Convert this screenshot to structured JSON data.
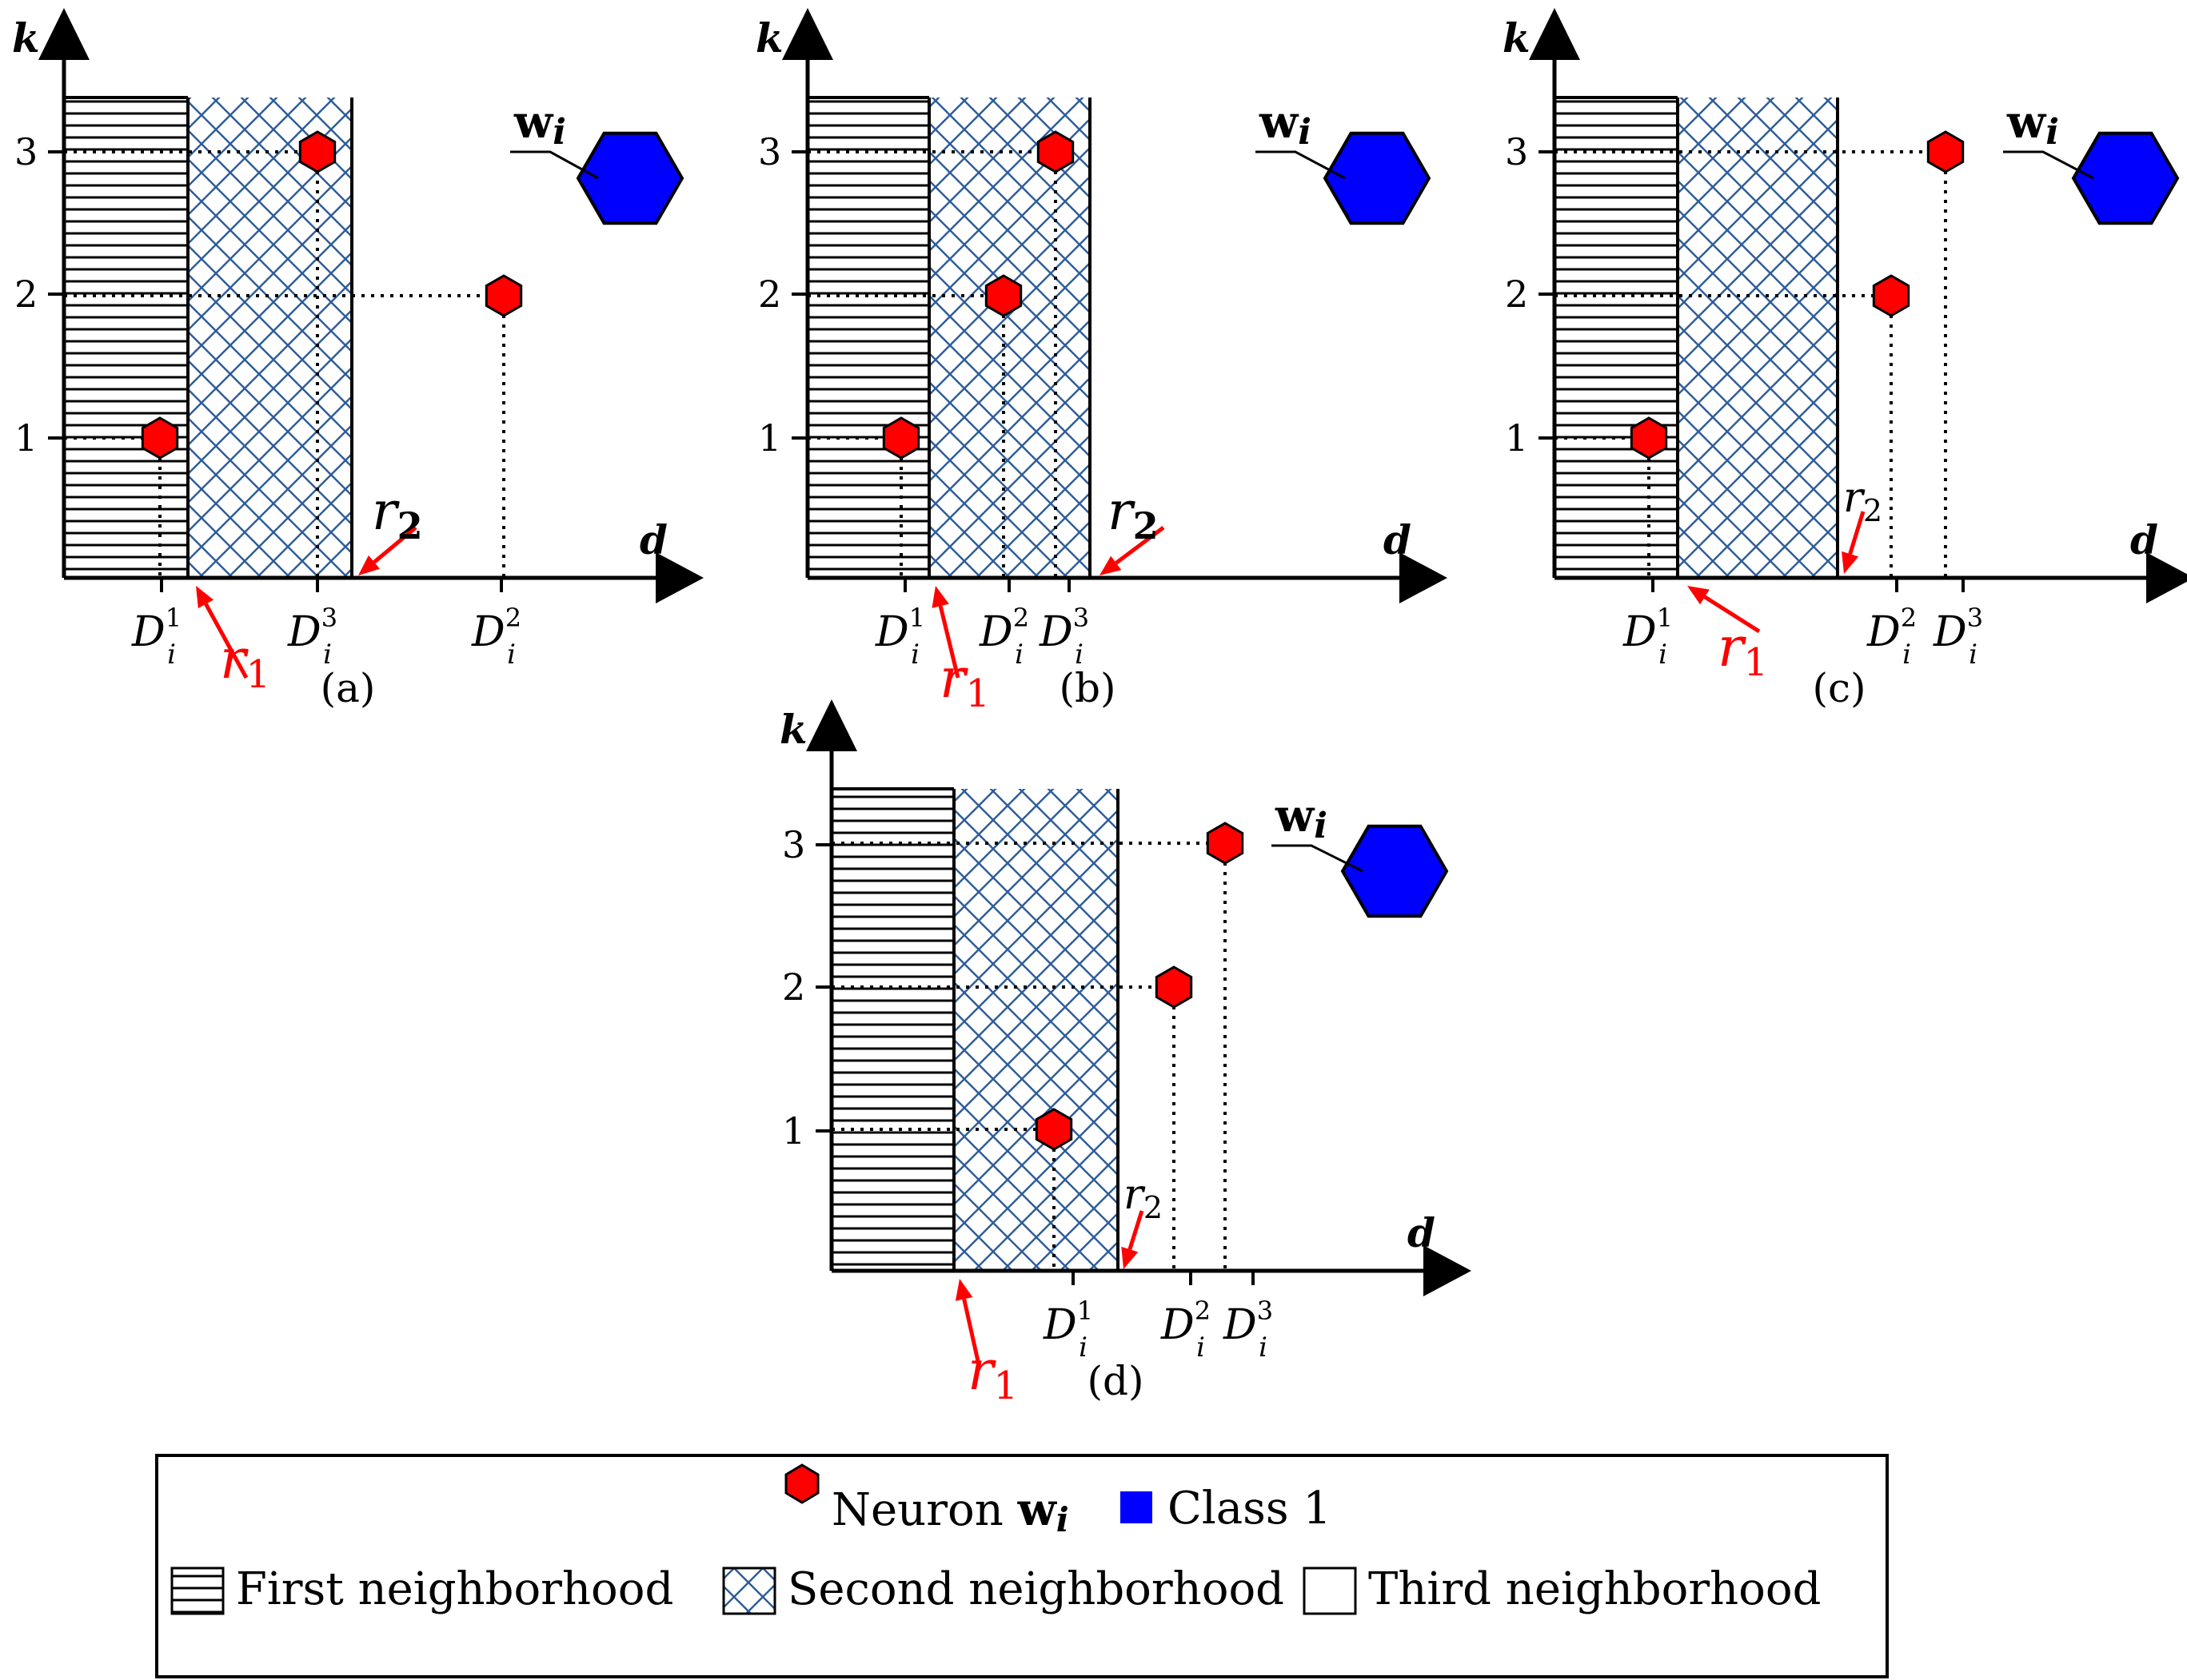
{
  "axes": {
    "x_label": "d",
    "y_label": "k",
    "y_ticks": [
      "1",
      "2",
      "3"
    ]
  },
  "symbols": {
    "D": "D",
    "sub": "i",
    "neuron_w": "w",
    "neuron_i": "i",
    "r": "r",
    "r1_sub": "1",
    "r2_sub": "2"
  },
  "colors": {
    "neuron": "#ff0000",
    "class1": "#0000ff",
    "hatch_cross": "#2f5d99"
  },
  "panels": [
    {
      "caption": "(a)",
      "neuron_labels": [
        "1",
        "2",
        "3"
      ]
    },
    {
      "caption": "(b)",
      "neuron_labels": [
        "1",
        "2",
        "3"
      ]
    },
    {
      "caption": "(c)",
      "neuron_labels": [
        "1",
        "2",
        "3"
      ]
    },
    {
      "caption": "(d)",
      "neuron_labels": [
        "1",
        "2",
        "3"
      ]
    }
  ],
  "legend": {
    "neuron_prefix": "Neuron",
    "neuron_w": "w",
    "neuron_i": "i",
    "class1": "Class 1",
    "first": "First neighborhood",
    "second": "Second neighborhood",
    "third": "Third neighborhood"
  }
}
